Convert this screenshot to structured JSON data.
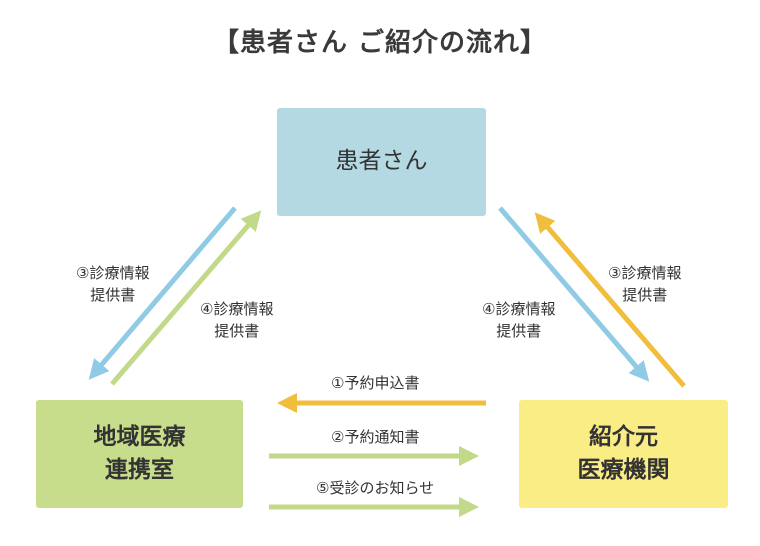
{
  "title": "【患者さん ご紹介の流れ】",
  "boxes": {
    "patient": "患者さん",
    "regional": [
      "地域医療",
      "連携室"
    ],
    "referrer": [
      "紹介元",
      "医療機関"
    ]
  },
  "labels": {
    "left_outer": [
      "③診療情報",
      "提供書"
    ],
    "left_inner": [
      "④診療情報",
      "提供書"
    ],
    "right_inner": [
      "④診療情報",
      "提供書"
    ],
    "right_outer": [
      "③診療情報",
      "提供書"
    ],
    "mid_1": "①予約申込書",
    "mid_2": "②予約通知書",
    "mid_5": "⑤受診のお知らせ"
  },
  "colors": {
    "blue": "#8fcbe4",
    "green": "#c3d98a",
    "orange": "#f1bd3d",
    "patient_box": "#b5d9e2",
    "regional_box": "#c7dd8c",
    "referrer_box": "#fbed86"
  }
}
